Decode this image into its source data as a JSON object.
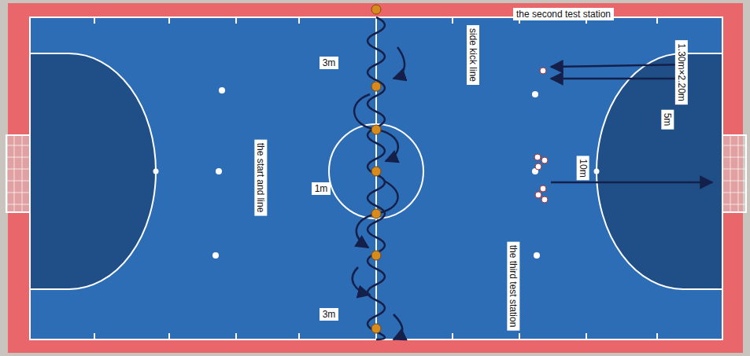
{
  "diagram": {
    "labels": [
      "3m",
      "side kick line",
      "the second test station",
      "1.30m×2.20m",
      "5m",
      "the start and line",
      "1m",
      "10m",
      "the third test station",
      "3m"
    ]
  }
}
